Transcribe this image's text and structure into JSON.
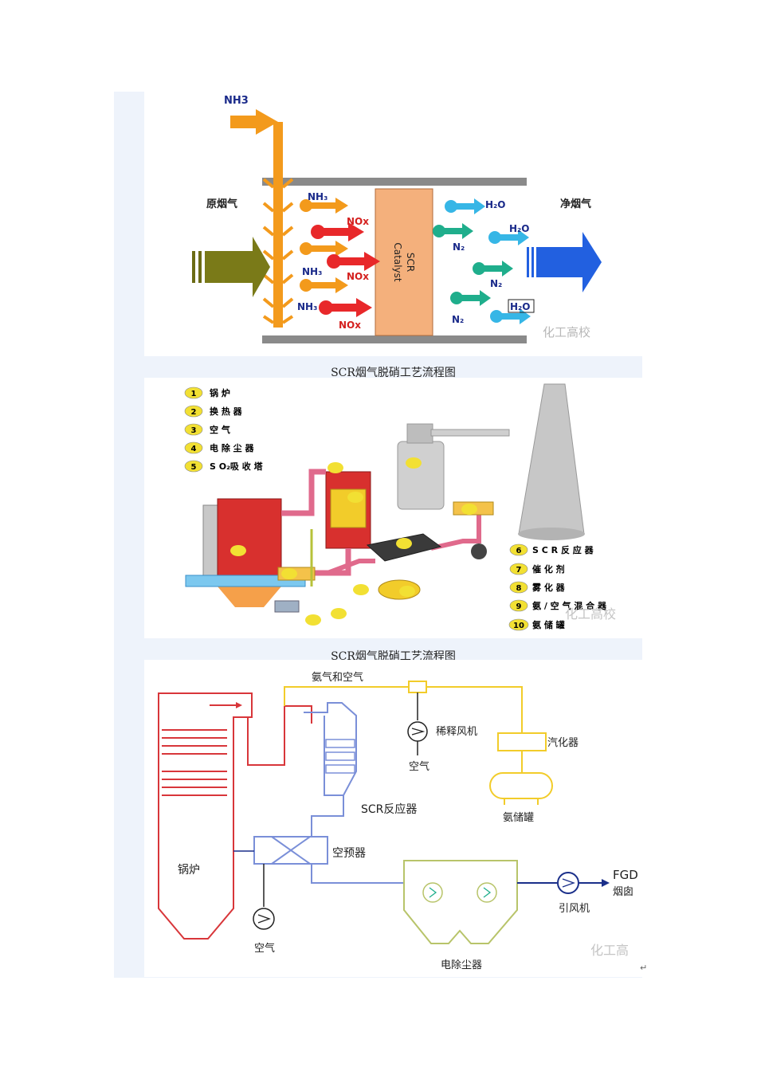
{
  "figure1": {
    "nh3_inlet": "NH3",
    "raw_gas": "原烟气",
    "clean_gas": "净烟气",
    "catalyst_line1": "SCR",
    "catalyst_line2": "Catalyst",
    "nh3_labels": [
      "NH₃",
      "NH₃",
      "NH₃"
    ],
    "nox_labels": [
      "NOx",
      "NOx",
      "NOx"
    ],
    "h2o_labels": [
      "H₂O",
      "H₂O",
      "H₂O"
    ],
    "n2_labels": [
      "N₂",
      "N₂",
      "N₂"
    ],
    "watermark": "化工高校"
  },
  "caption1": "SCR烟气脱硝工艺流程图",
  "figure2": {
    "legend_left": [
      {
        "num": "1",
        "label": "锅 炉"
      },
      {
        "num": "2",
        "label": "换 热 器"
      },
      {
        "num": "3",
        "label": "空 气"
      },
      {
        "num": "4",
        "label": "电 除 尘 器"
      },
      {
        "num": "5",
        "label": "S O₂吸 收 塔"
      }
    ],
    "legend_right": [
      {
        "num": "6",
        "label": "S C R 反 应 器"
      },
      {
        "num": "7",
        "label": "催 化 剂"
      },
      {
        "num": "8",
        "label": "雾 化 器"
      },
      {
        "num": "9",
        "label": "氨 / 空 气 混 合 器"
      },
      {
        "num": "10",
        "label": "氨 储 罐"
      }
    ],
    "watermark": "化工高校"
  },
  "caption2": "SCR烟气脱硝工艺流程图",
  "figure3": {
    "ammonia_air": "氨气和空气",
    "dilution_fan": "稀释风机",
    "air_top": "空气",
    "vaporizer": "汽化器",
    "ammonia_tank": "氨储罐",
    "scr_reactor": "SCR反应器",
    "air_preheater": "空预器",
    "boiler": "锅炉",
    "air_bottom": "空气",
    "esp": "电除尘器",
    "id_fan": "引风机",
    "fgd": "FGD",
    "chimney": "烟囱",
    "watermark": "化工高"
  },
  "paragraph_mark": "↵",
  "colors": {
    "nh3": "#f39a1c",
    "nox": "#e8282a",
    "h2o": "#36b6e6",
    "n2": "#1fae8c",
    "catalyst": "#f4b07c",
    "raw_gas_arrow": "#7a7a18",
    "clean_gas_arrow": "#2260e0",
    "boiler_line": "#d8363a",
    "reactor_line": "#7a8fd8",
    "ammonia_line": "#f2cc2a",
    "esp_line": "#b8c46a",
    "flue_line": "#1a2f8a"
  }
}
